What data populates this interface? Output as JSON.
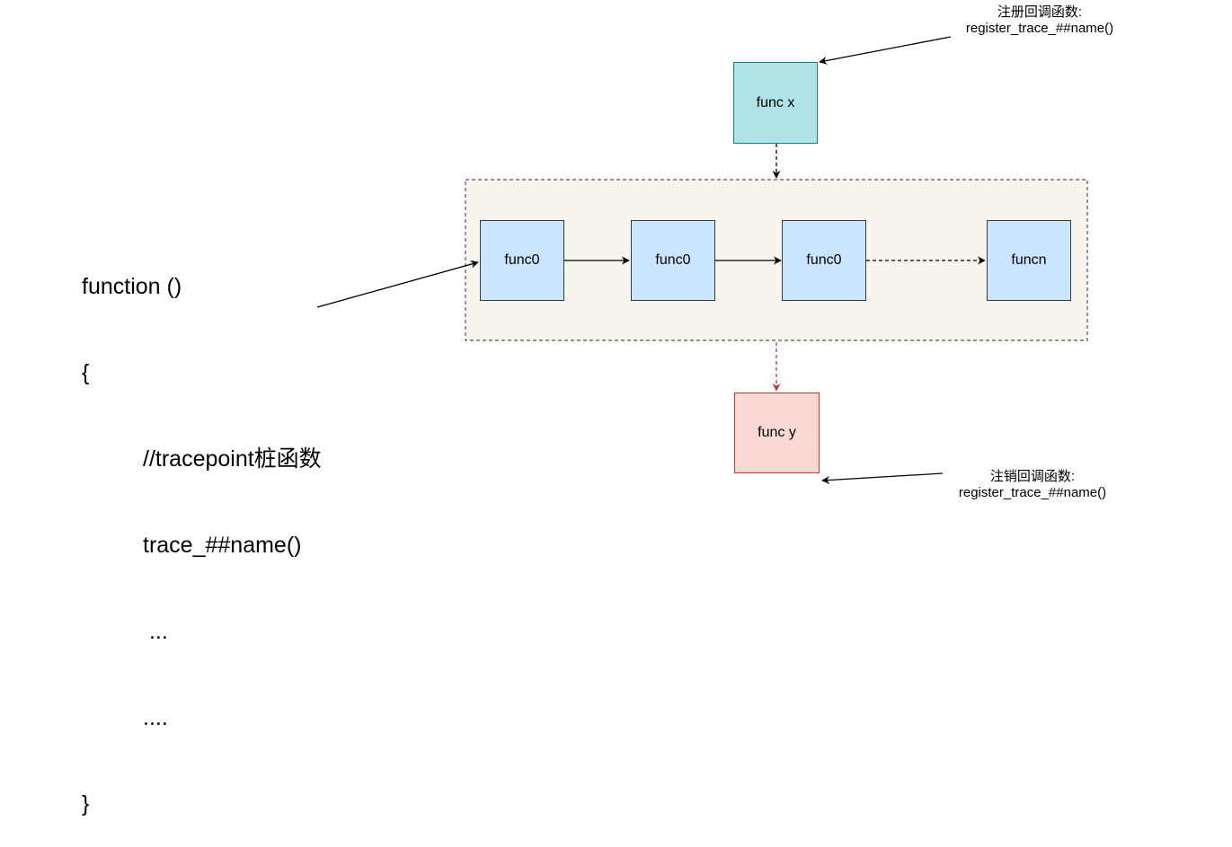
{
  "code": {
    "line1": "function ()",
    "line2": "{",
    "line3": "//tracepoint桩函数",
    "line4": "trace_##name()",
    "line5": " ...",
    "line6": "....",
    "line7": "}"
  },
  "nodes": {
    "func_x": "func x",
    "func0_a": "func0",
    "func0_b": "func0",
    "func0_c": "func0",
    "funcn": "funcn",
    "func_y": "func y"
  },
  "notes": {
    "register": {
      "title": "注册回调函数:",
      "call": "register_trace_##name()"
    },
    "unregister": {
      "title": "注销回调函数:",
      "call": "register_trace_##name()"
    }
  },
  "colors": {
    "container_fill": "#f7f5ee",
    "container_border": "#555555",
    "blue_fill": "#cce5ff",
    "teal_fill": "#b0e3e6",
    "red_fill": "#fad9d5",
    "red_edge": "#ae4132"
  }
}
